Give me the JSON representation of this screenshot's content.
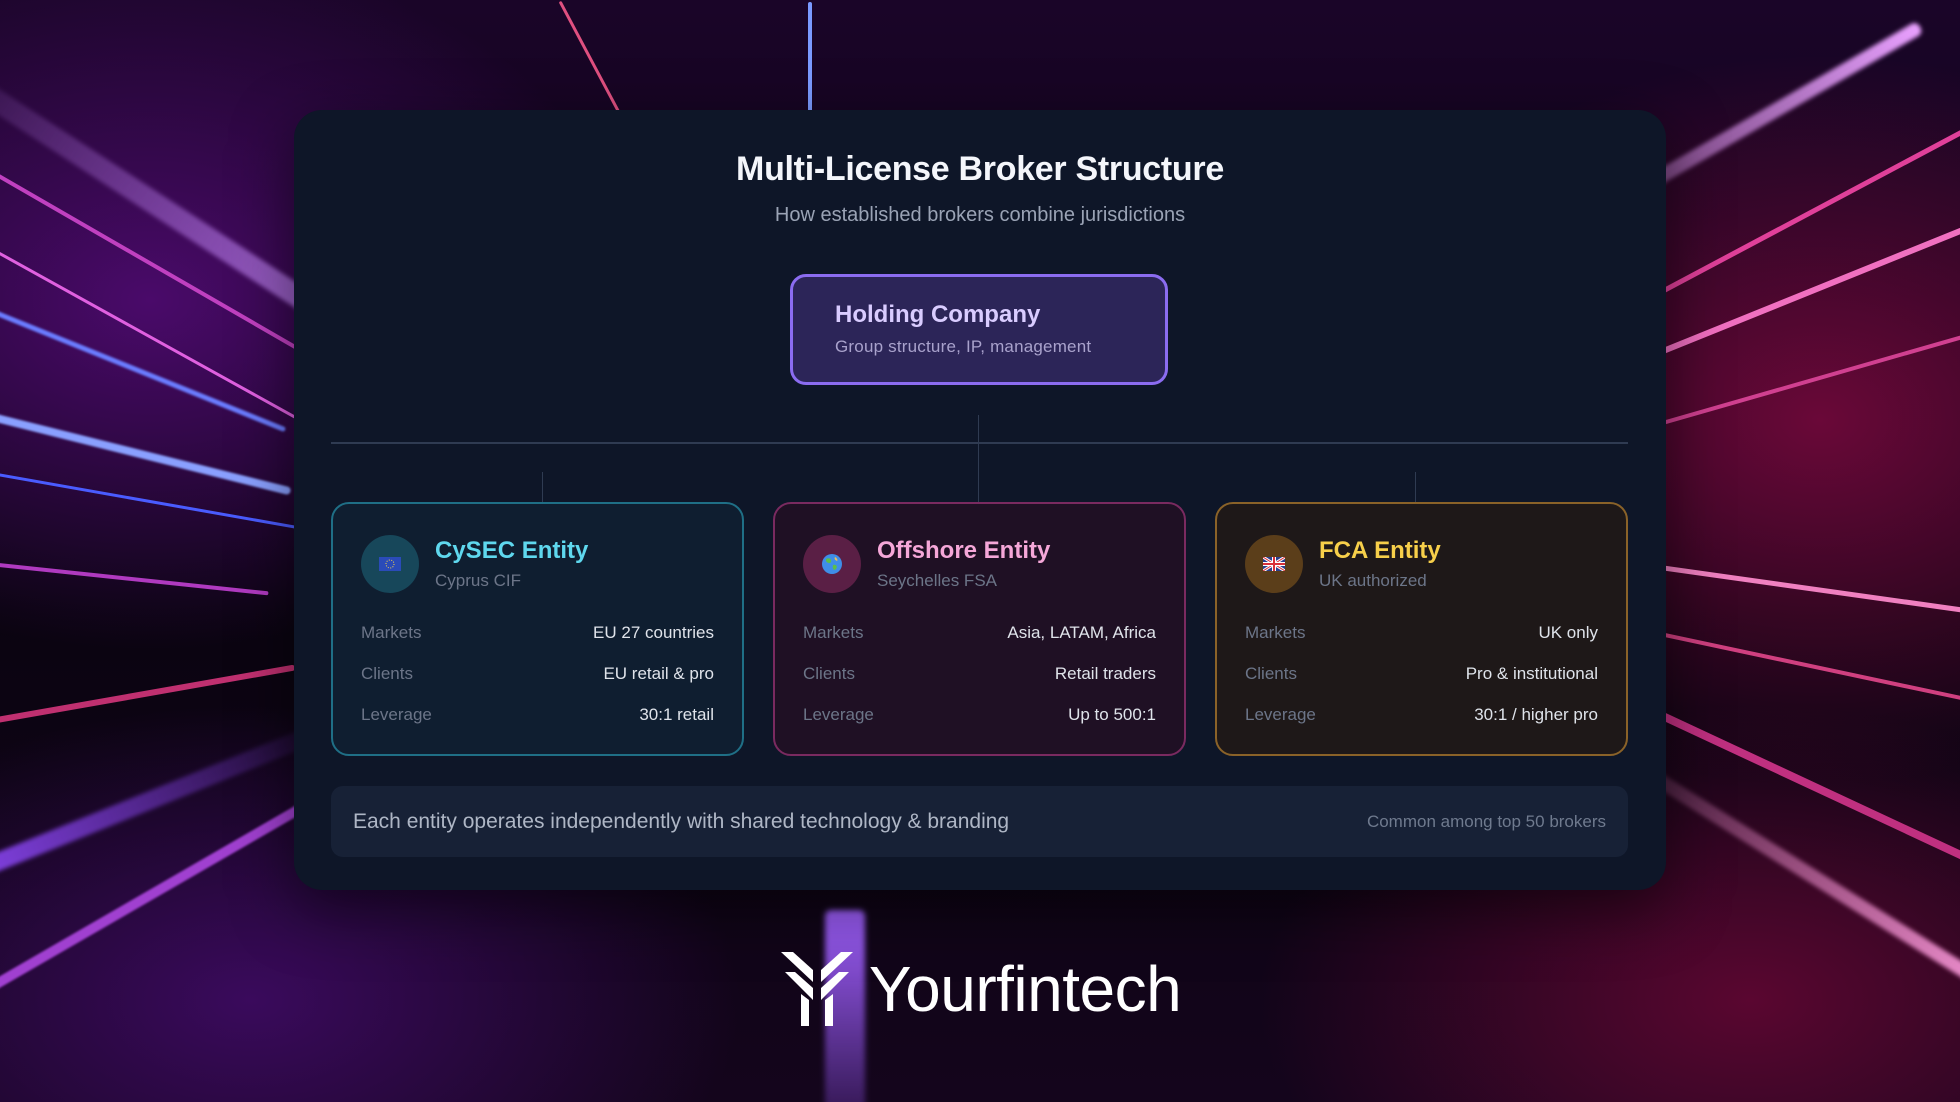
{
  "diagram": {
    "title": "Multi-License Broker Structure",
    "subtitle": "How established brokers combine jurisdictions",
    "root": {
      "title": "Holding Company",
      "subtitle": "Group structure, IP, management",
      "accent": "#8b6cf0"
    },
    "entities": [
      {
        "icon": "eu-flag-icon",
        "title": "CySEC Entity",
        "subtitle": "Cyprus CIF",
        "accent": "#5fd8ee",
        "border": "#1f6f86",
        "background": "#0f1e30",
        "icon_bg": "#17475a",
        "rows": [
          {
            "label": "Markets",
            "value": "EU 27 countries"
          },
          {
            "label": "Clients",
            "value": "EU retail & pro"
          },
          {
            "label": "Leverage",
            "value": "30:1 retail"
          }
        ]
      },
      {
        "icon": "globe-icon",
        "title": "Offshore Entity",
        "subtitle": "Seychelles FSA",
        "accent": "#f5a7d8",
        "border": "#7a2a60",
        "background": "#1f1024",
        "icon_bg": "#5a1f45",
        "rows": [
          {
            "label": "Markets",
            "value": "Asia, LATAM, Africa"
          },
          {
            "label": "Clients",
            "value": "Retail traders"
          },
          {
            "label": "Leverage",
            "value": "Up to 500:1"
          }
        ]
      },
      {
        "icon": "uk-flag-icon",
        "title": "FCA Entity",
        "subtitle": "UK authorized",
        "accent": "#f7cf4a",
        "border": "#8a6228",
        "background": "#1e1818",
        "icon_bg": "#5b3e1a",
        "rows": [
          {
            "label": "Markets",
            "value": "UK only"
          },
          {
            "label": "Clients",
            "value": "Pro & institutional"
          },
          {
            "label": "Leverage",
            "value": "30:1 / higher pro"
          }
        ]
      }
    ],
    "note": {
      "main": "Each entity operates independently with shared technology & branding",
      "side": "Common among top 50 brokers"
    }
  },
  "brand": {
    "name": "Yourfintech"
  }
}
